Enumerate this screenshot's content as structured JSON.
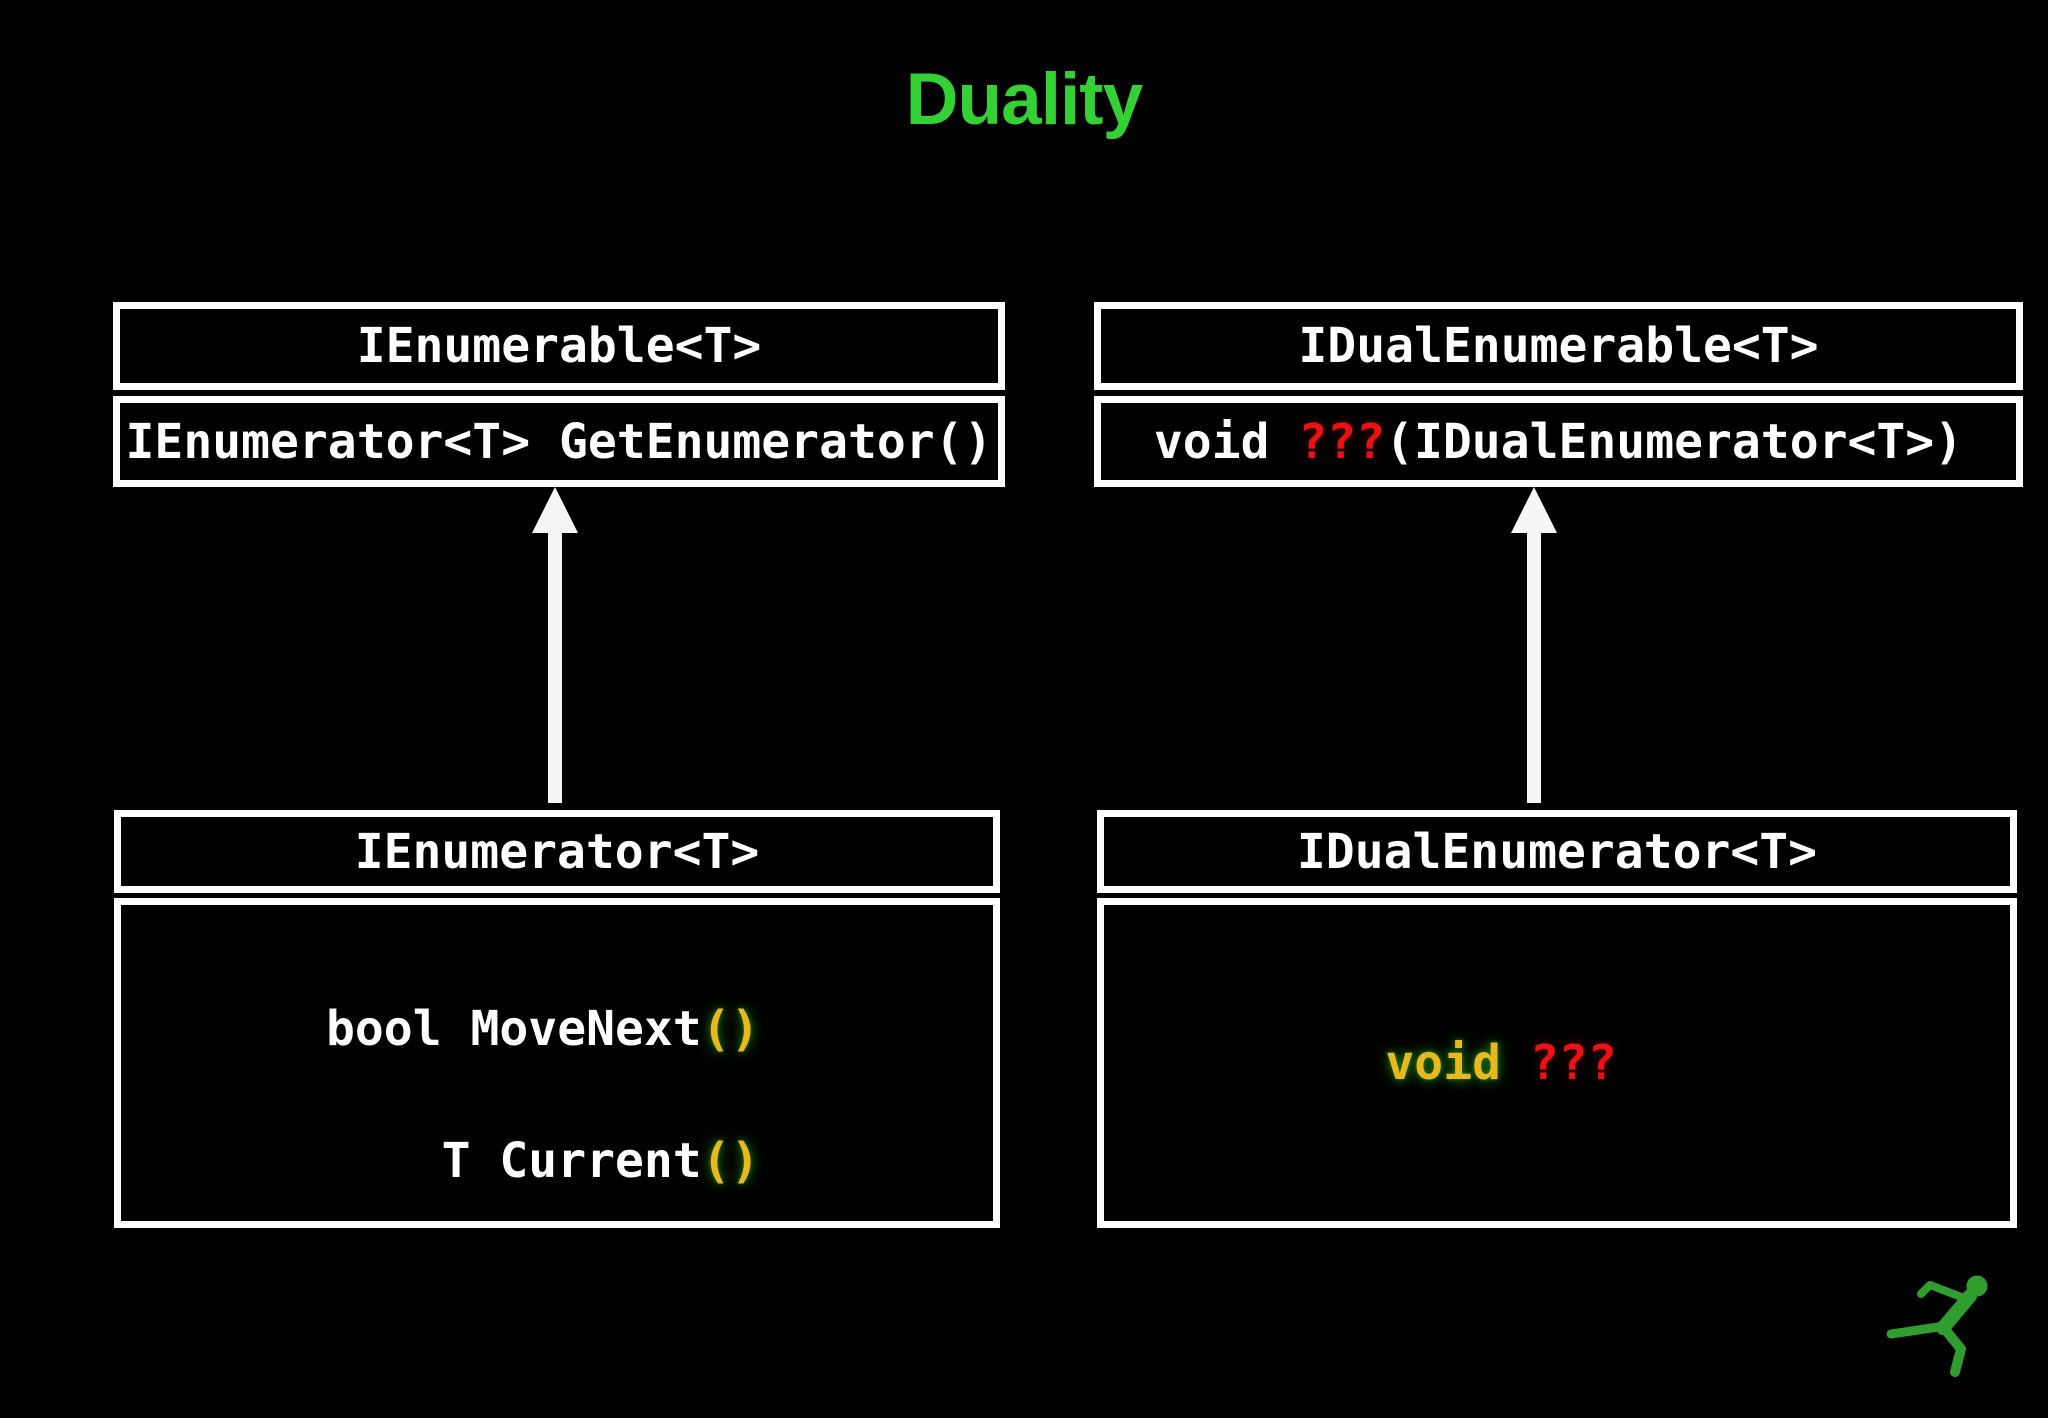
{
  "title": {
    "text": "Duality"
  },
  "colors": {
    "background": "#000000",
    "box_border": "#ffffff",
    "text": "#ffffff",
    "title_green": "#33d133",
    "unknown_red": "#ee1111",
    "keyword_gold": "#e9b81e",
    "arrow_white": "#f5f5f5",
    "logo_green": "#2f9e2f"
  },
  "boxes": {
    "enumerable": {
      "title": "IEnumerable<T>",
      "method": "IEnumerator<T> GetEnumerator()"
    },
    "dual_enumerable": {
      "title": "IDualEnumerable<T>",
      "method_return": "void ",
      "method_unknown": "???",
      "method_params": "(IDualEnumerator<T>)"
    },
    "enumerator": {
      "title": "IEnumerator<T>",
      "member1_text": "bool MoveNext",
      "member1_parens": "()",
      "member2_text": "T Current",
      "member2_parens": "()"
    },
    "dual_enumerator": {
      "title": "IDualEnumerator<T>",
      "member_keyword": "void ",
      "member_unknown": "???"
    }
  },
  "icons": {
    "logo": "running-man-logo",
    "arrow_left": "inheritance-arrow",
    "arrow_right": "inheritance-arrow"
  }
}
